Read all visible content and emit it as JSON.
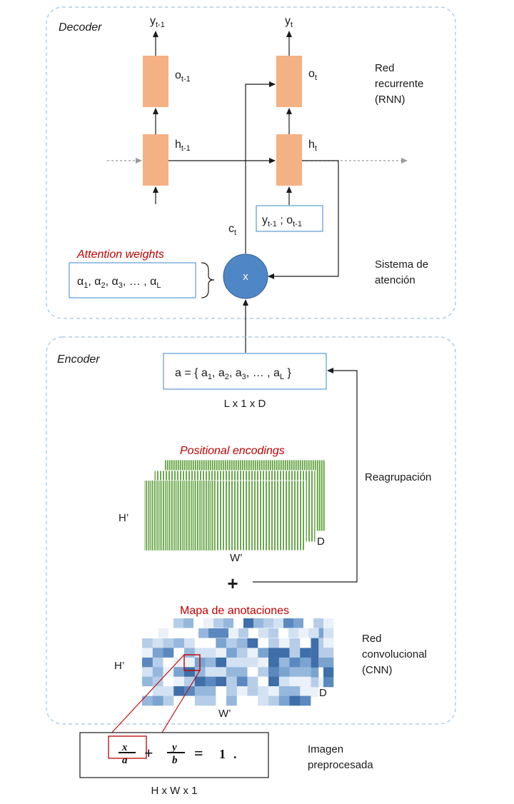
{
  "decoder": {
    "title": "Decoder",
    "y_prev": {
      "base": "y",
      "sub": "t-1"
    },
    "y_cur": {
      "base": "y",
      "sub": "t"
    },
    "o_prev": {
      "base": "o",
      "sub": "t-1"
    },
    "o_cur": {
      "base": "o",
      "sub": "t"
    },
    "h_prev": {
      "base": "h",
      "sub": "t-1"
    },
    "h_cur": {
      "base": "h",
      "sub": "t"
    },
    "rnn_label": [
      "Red",
      "recurrente",
      "(RNN)"
    ],
    "input_box": {
      "y": "y",
      "y_sub": "t-1",
      "sep": " ; ",
      "o": "o",
      "o_sub": "t-1"
    },
    "context": {
      "base": "c",
      "sub": "t"
    },
    "attention_title": "Attention weights",
    "alphas": [
      {
        "base": "α",
        "sub": "1",
        "sep": ", "
      },
      {
        "base": "α",
        "sub": "2",
        "sep": ", "
      },
      {
        "base": "α",
        "sub": "3",
        "sep": ", … , "
      },
      {
        "base": "α",
        "sub": "L",
        "sep": ""
      }
    ],
    "mult_symbol": "x",
    "attention_label": [
      "Sistema de",
      "atención"
    ]
  },
  "encoder": {
    "title": "Encoder",
    "a_box": {
      "prefix": "a = { ",
      "items": [
        {
          "base": "a",
          "sub": "1",
          "sep": ", "
        },
        {
          "base": "a",
          "sub": "2",
          "sep": ", "
        },
        {
          "base": "a",
          "sub": "3",
          "sep": ", … , "
        },
        {
          "base": "a",
          "sub": "L",
          "sep": ""
        }
      ],
      "suffix": " }"
    },
    "a_dims": "L x 1 x D",
    "positional_title": "Positional encodings",
    "pe_h": "H’",
    "pe_w": "W’",
    "pe_d": "D",
    "regroup_label": "Reagrupación",
    "plus": "+",
    "annotation_title": "Mapa de anotaciones",
    "am_h": "H’",
    "am_w": "W’",
    "am_d": "D",
    "cnn_label": [
      "Red",
      "convolucional",
      "(CNN)"
    ]
  },
  "input": {
    "formula": {
      "x": "x",
      "a": "a",
      "plus": "+",
      "y": "y",
      "b": "b",
      "eq": "=",
      "one": "1",
      "dot": "."
    },
    "dims": "H x W x 1",
    "label": [
      "Imagen",
      "preprocesada"
    ]
  },
  "colors": {
    "cell": "#f4b183",
    "blue_circle": "#4f86c6",
    "dashed_border": "#9dc3e6",
    "box_border": "#5b9bd5",
    "red": "#c00000",
    "green": "#70ad47"
  }
}
